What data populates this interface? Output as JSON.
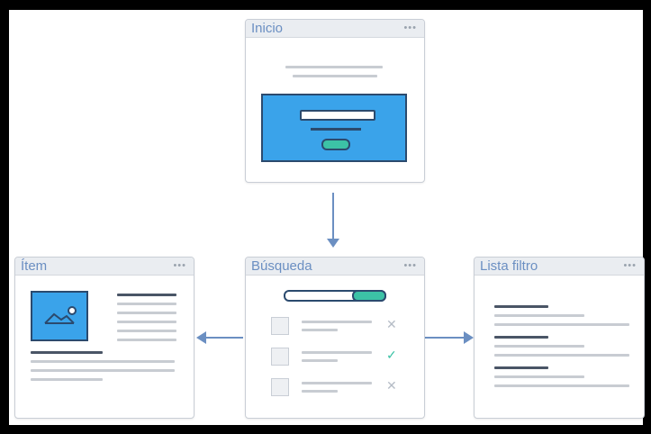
{
  "colors": {
    "title_text": "#6b8fc2",
    "arrow": "#6b8fc2",
    "hero_blue": "#3aa3ea",
    "accent_teal": "#3cc2a6",
    "check_green": "#3cc2a6",
    "x_gray": "#b5bcc6"
  },
  "windows": {
    "inicio": {
      "title": "Inicio",
      "dots": "•••"
    },
    "busqueda": {
      "title": "Búsqueda",
      "dots": "•••",
      "rows": [
        {
          "status_icon": "x-icon",
          "status_glyph": "✕"
        },
        {
          "status_icon": "check-icon",
          "status_glyph": "✓"
        },
        {
          "status_icon": "x-icon",
          "status_glyph": "✕"
        }
      ]
    },
    "item": {
      "title": "Ítem",
      "dots": "•••",
      "image_icon": "landscape-image-icon"
    },
    "lista_filtro": {
      "title": "Lista filtro",
      "dots": "•••"
    }
  },
  "edges": [
    {
      "from": "Inicio",
      "to": "Búsqueda"
    },
    {
      "from": "Búsqueda",
      "to": "Ítem"
    },
    {
      "from": "Búsqueda",
      "to": "Lista filtro"
    }
  ]
}
